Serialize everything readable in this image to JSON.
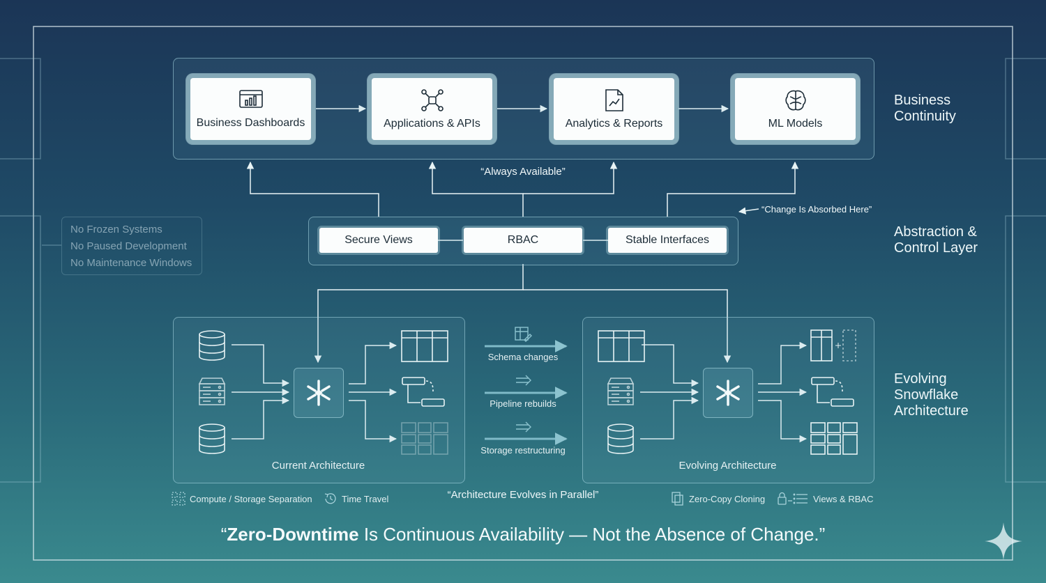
{
  "business_cards": [
    {
      "label": "Business Dashboards",
      "icon": "dashboard-icon"
    },
    {
      "label": "Applications & APIs",
      "icon": "network-icon"
    },
    {
      "label": "Analytics & Reports",
      "icon": "report-icon"
    },
    {
      "label": "ML Models",
      "icon": "brain-icon"
    }
  ],
  "always_available": "“Always Available”",
  "change_absorbed": "“Change Is Absorbed Here”",
  "control_items": [
    "Secure Views",
    "RBAC",
    "Stable Interfaces"
  ],
  "layer_labels": {
    "business": "Business Continuity",
    "abstraction": "Abstraction & Control Layer",
    "evolving": "Evolving Snowflake Architecture"
  },
  "negations": [
    "No Frozen Systems",
    "No Paused Development",
    "No Maintenance Windows"
  ],
  "current_architecture": "Current Architecture",
  "evolving_architecture": "Evolving Architecture",
  "evolution_steps": [
    "Schema changes",
    "Pipeline rebuilds",
    "Storage restructuring"
  ],
  "parallel_caption": "“Architecture Evolves in Parallel”",
  "features": [
    "Compute / Storage Separation",
    "Time Travel",
    "Zero-Copy Cloning",
    "Views & RBAC"
  ],
  "headline": {
    "open": "“",
    "bold": "Zero-Downtime",
    "rest": " Is Continuous Availability — Not the Absence of Change.”"
  },
  "icons": [
    "database-icon",
    "server-icon",
    "snowflake-icon",
    "table-icon",
    "pipeline-icon",
    "grid-icon",
    "sparkle-icon"
  ]
}
